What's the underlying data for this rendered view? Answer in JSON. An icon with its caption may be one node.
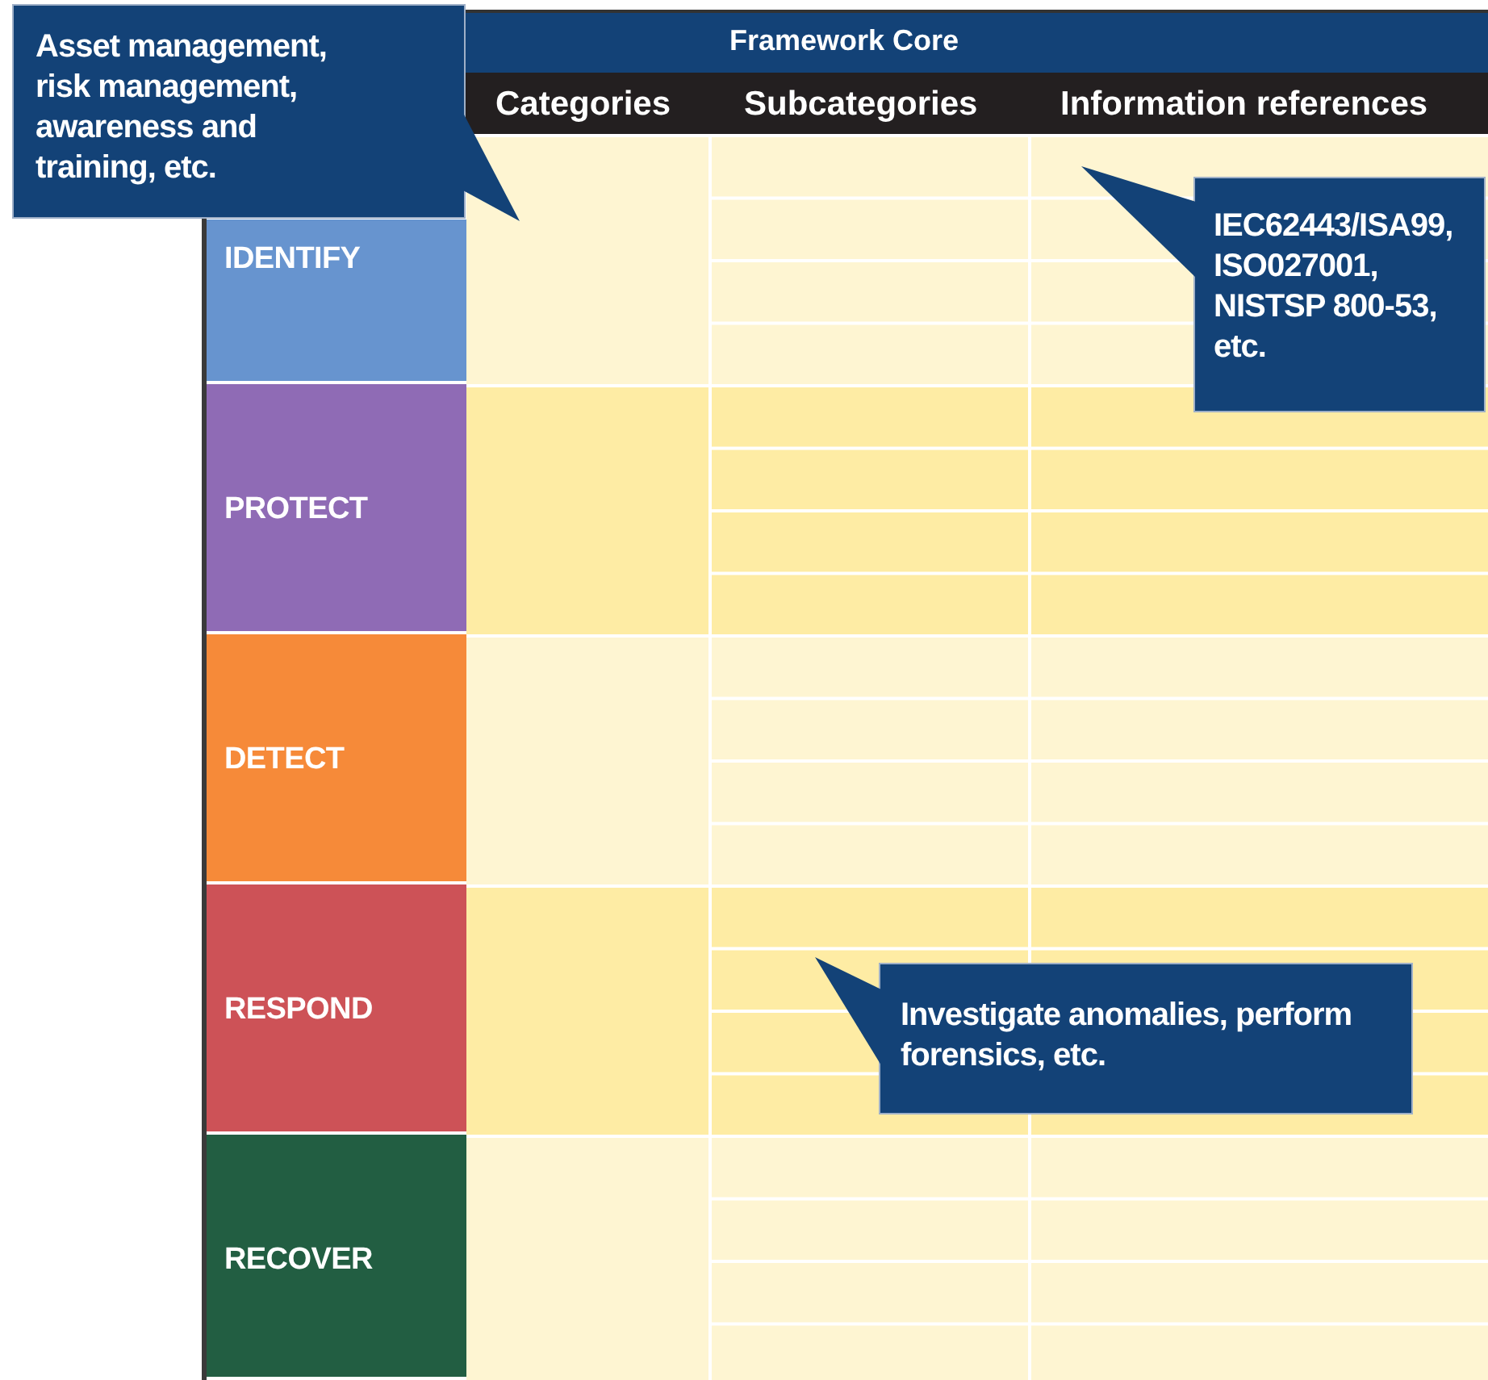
{
  "diagram": {
    "nodes": [
      {
        "text": [
          "IDENTIFY"
        ]
      },
      {
        "text": [
          "PROTECT"
        ]
      },
      {
        "text": [
          "DETECT"
        ]
      },
      {
        "text": [
          "RESPOND"
        ]
      },
      {
        "text": [
          "RECOVER"
        ]
      },
      {
        "text": [
          "Asset management, risk management, awareness and training, etc."
        ]
      },
      {
        "text": [
          "IEC62443/ISA99, ISO027001, NISTSP 800-53, etc."
        ]
      },
      {
        "text": [
          "Investigate anomalies, perform forensics, etc."
        ]
      }
    ],
    "labels": [
      "Framework Core",
      "Categories",
      "Subcategories",
      "Information references"
    ]
  }
}
